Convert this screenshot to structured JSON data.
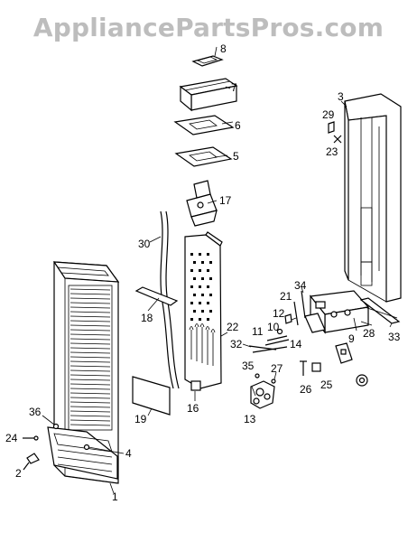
{
  "watermark": "AppliancePartsPros.com",
  "labels": {
    "p1": "1",
    "p2": "2",
    "p3": "3",
    "p4": "4",
    "p5": "5",
    "p6": "6",
    "p7": "7",
    "p8": "8",
    "p9": "9",
    "p10": "10",
    "p11": "11",
    "p12": "12",
    "p13": "13",
    "p14": "14",
    "p16": "16",
    "p17": "17",
    "p18": "18",
    "p19": "19",
    "p21": "21",
    "p22": "22",
    "p23": "23",
    "p24": "24",
    "p25": "25",
    "p26": "26",
    "p27": "27",
    "p28": "28",
    "p29": "29",
    "p30": "30",
    "p32": "32",
    "p33": "33",
    "p34": "34",
    "p35": "35",
    "p36": "36"
  }
}
